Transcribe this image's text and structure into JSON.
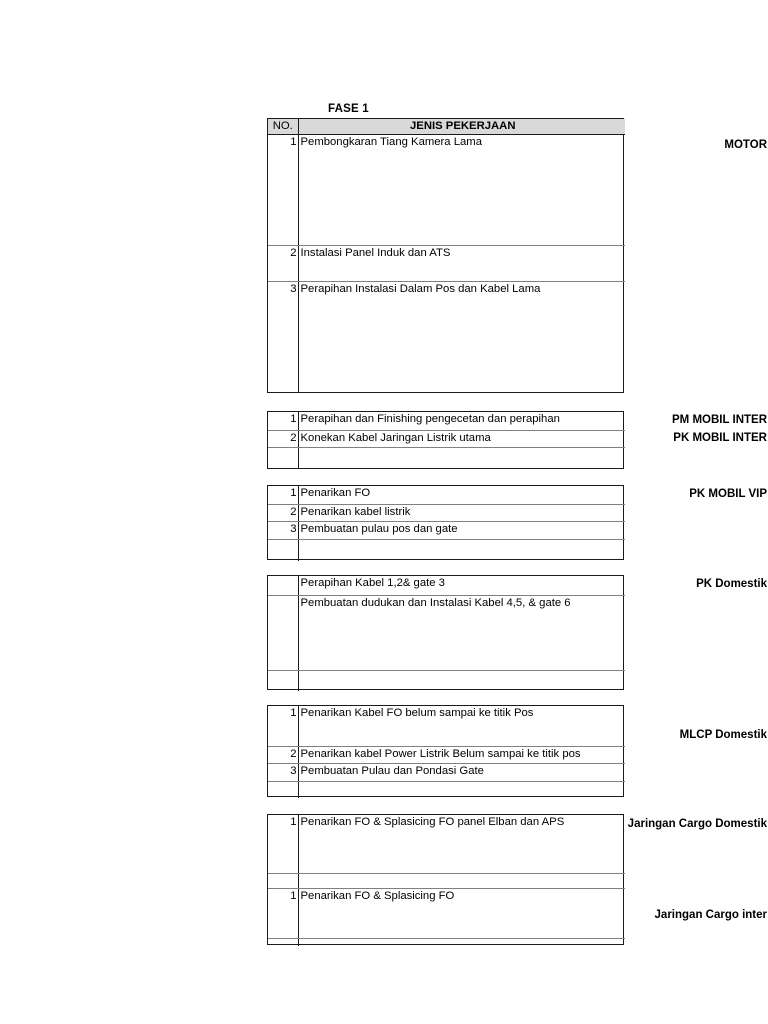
{
  "document": {
    "title": "FASE 1"
  },
  "table": {
    "headers": {
      "no": "NO.",
      "job": "JENIS PEKERJAAN"
    },
    "colors": {
      "header_fill": "#d9d9d9",
      "border_heavy": "#1a1a1a",
      "border_light": "#808080",
      "text": "#000000",
      "page_background": "#ffffff"
    }
  },
  "sections": [
    {
      "label": "MOTOR",
      "rows": [
        {
          "no": "1",
          "job": "Pembongkaran Tiang Kamera Lama"
        },
        {
          "no": "2",
          "job": "Instalasi Panel Induk dan ATS"
        },
        {
          "no": "3",
          "job": "Perapihan Instalasi Dalam Pos dan Kabel Lama"
        }
      ]
    },
    {
      "label": "PM MOBIL INTER",
      "label2": "PK MOBIL INTER",
      "rows": [
        {
          "no": "1",
          "job": "Perapihan dan Finishing pengecetan dan perapihan"
        },
        {
          "no": "2",
          "job": "Konekan Kabel Jaringan Listrik utama"
        },
        {
          "no": "",
          "job": ""
        }
      ]
    },
    {
      "label": "PK MOBIL VIP",
      "rows": [
        {
          "no": "1",
          "job": "Penarikan FO"
        },
        {
          "no": "2",
          "job": "Penarikan kabel listrik"
        },
        {
          "no": "3",
          "job": "Pembuatan pulau pos dan gate"
        },
        {
          "no": "",
          "job": ""
        }
      ]
    },
    {
      "label": "PK Domestik",
      "rows": [
        {
          "no": "",
          "job": "Perapihan Kabel 1,2& gate 3"
        },
        {
          "no": "",
          "job": "Pembuatan dudukan dan Instalasi Kabel 4,5, & gate 6"
        },
        {
          "no": "",
          "job": ""
        }
      ]
    },
    {
      "label": "MLCP Domestik",
      "rows": [
        {
          "no": "1",
          "job": "Penarikan Kabel FO belum sampai ke titik Pos"
        },
        {
          "no": "2",
          "job": "Penarikan kabel Power Listrik Belum sampai ke titik pos"
        },
        {
          "no": "3",
          "job": "Pembuatan Pulau dan Pondasi Gate"
        },
        {
          "no": "",
          "job": ""
        }
      ]
    },
    {
      "label": "Jaringan Cargo Domestik",
      "label2": "Jaringan Cargo inter",
      "rows": [
        {
          "no": "1",
          "job": "Penarikan FO & Splasicing FO panel Elban dan APS"
        },
        {
          "no": "",
          "job": ""
        },
        {
          "no": "1",
          "job": "Penarikan FO & Splasicing FO"
        },
        {
          "no": "",
          "job": ""
        }
      ]
    }
  ]
}
